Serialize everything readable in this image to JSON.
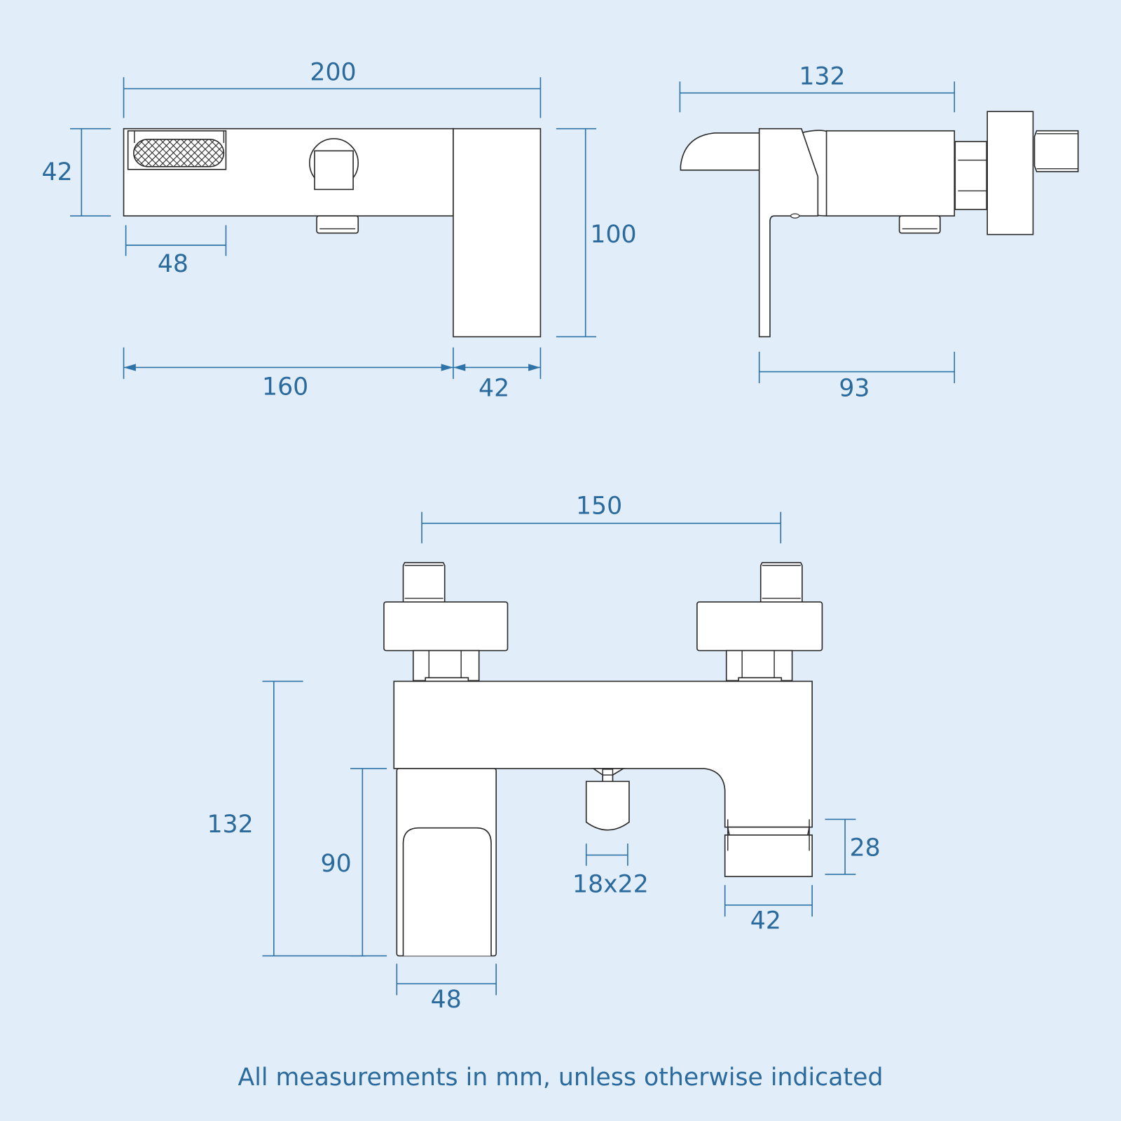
{
  "colors": {
    "background": "#e1edf8",
    "dimension_line": "#2e73a8",
    "dimension_text": "#2a6a9c",
    "part_fill": "#ffffff",
    "part_outline": "#2b2b2b"
  },
  "views": {
    "top_view": {
      "dims": {
        "overall_width": "200",
        "body_height": "42",
        "aerator_width": "48",
        "body_length": "160",
        "spout_width": "42",
        "overall_depth": "100"
      }
    },
    "side_view": {
      "dims": {
        "overall_length": "132",
        "lever_to_body": "93"
      }
    },
    "front_view": {
      "dims": {
        "centres": "150",
        "overall_height": "132",
        "spout_height": "90",
        "spout_width": "48",
        "diverter_size": "18x22",
        "outlet_height": "28",
        "outlet_width": "42"
      }
    }
  },
  "footer": {
    "note": "All measurements in mm, unless otherwise indicated"
  }
}
